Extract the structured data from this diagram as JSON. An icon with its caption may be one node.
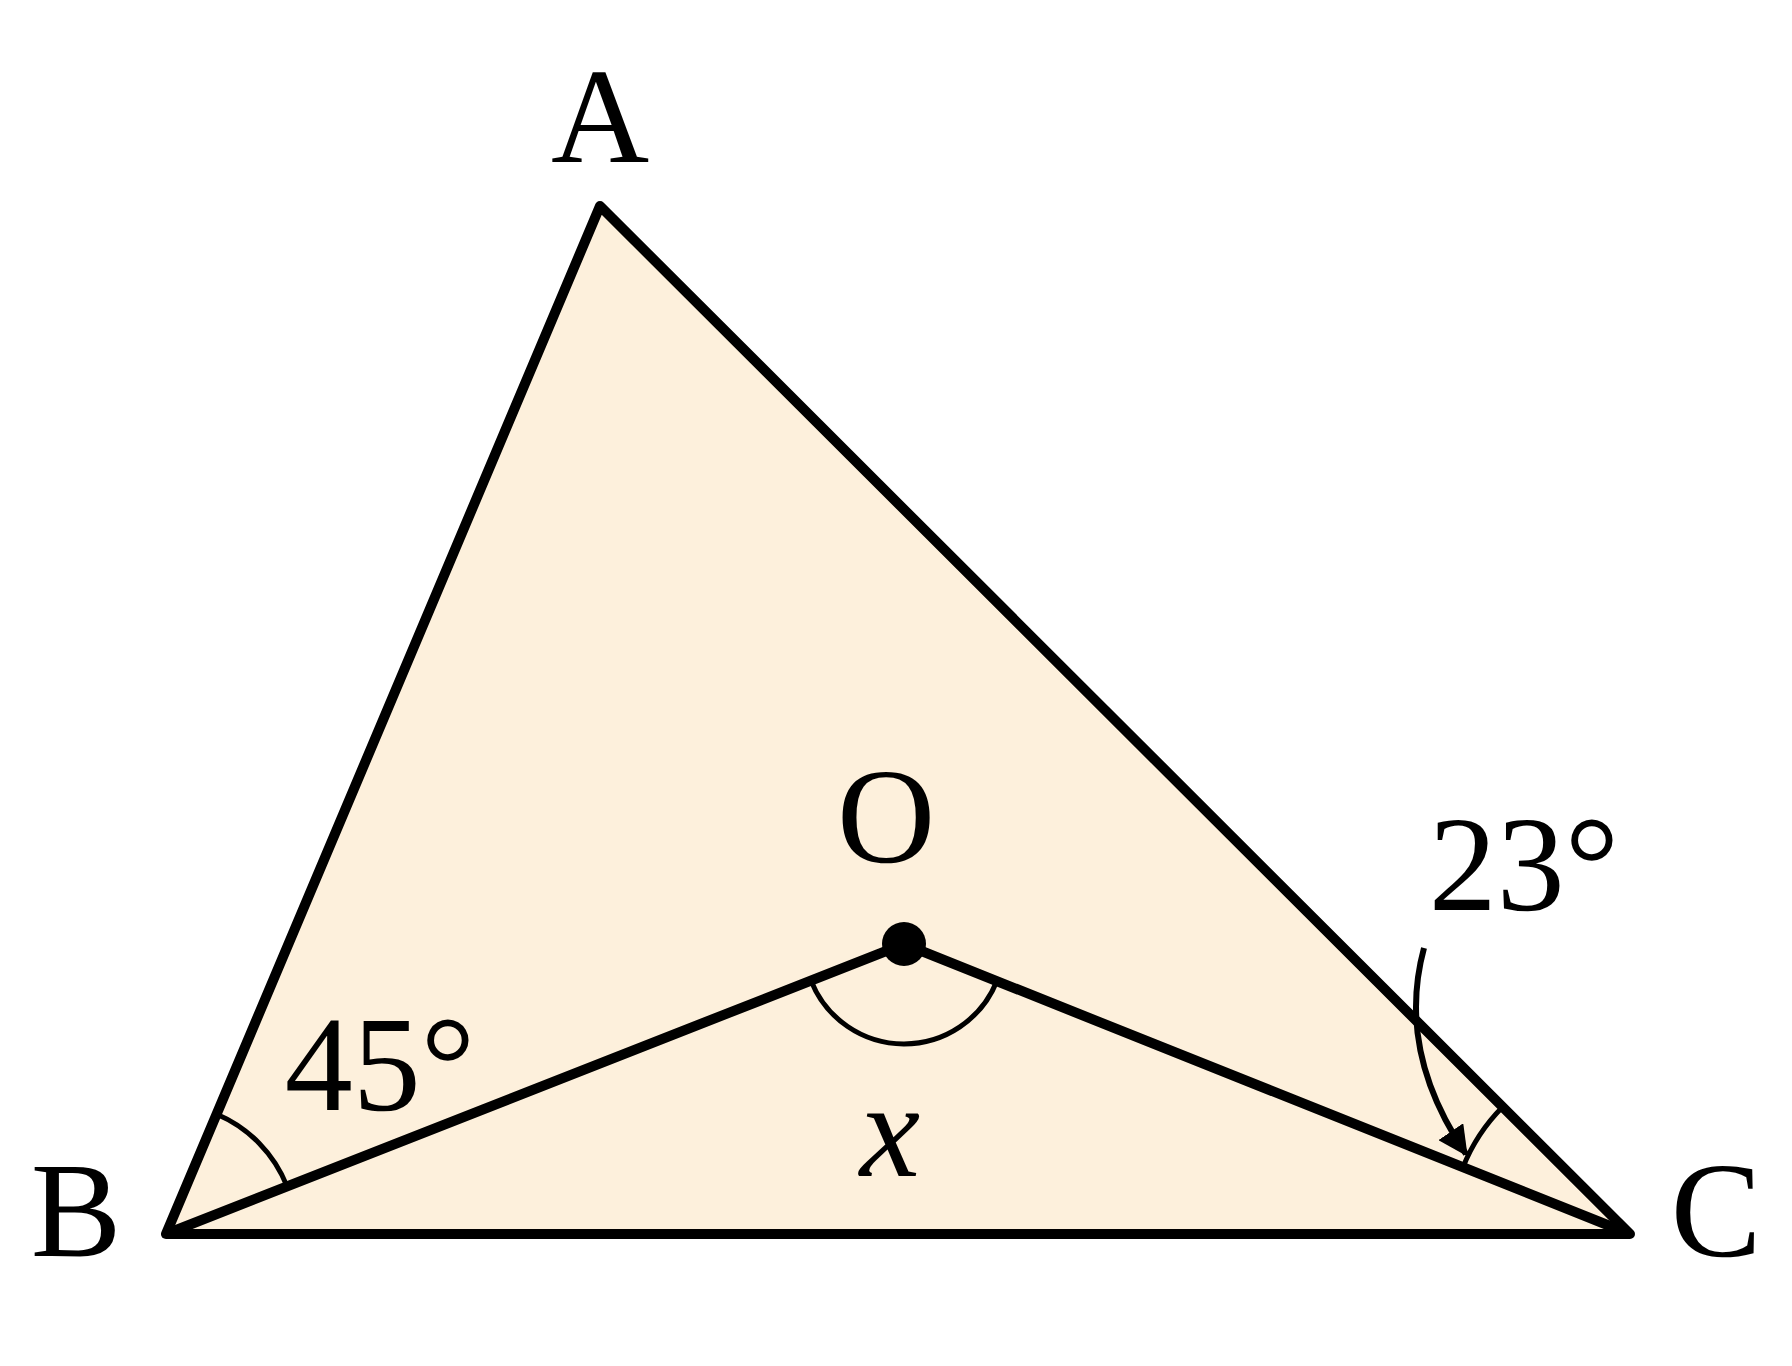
{
  "diagram": {
    "nodes": [
      {
        "text": [
          "23°"
        ]
      },
      {
        "text": [],
        "shape": "arc"
      }
    ],
    "edges": [
      {
        "from": 0,
        "to": 1,
        "arrow": "to"
      }
    ],
    "labels": [
      "A",
      "O",
      "45°",
      "B",
      "x",
      "C"
    ]
  }
}
